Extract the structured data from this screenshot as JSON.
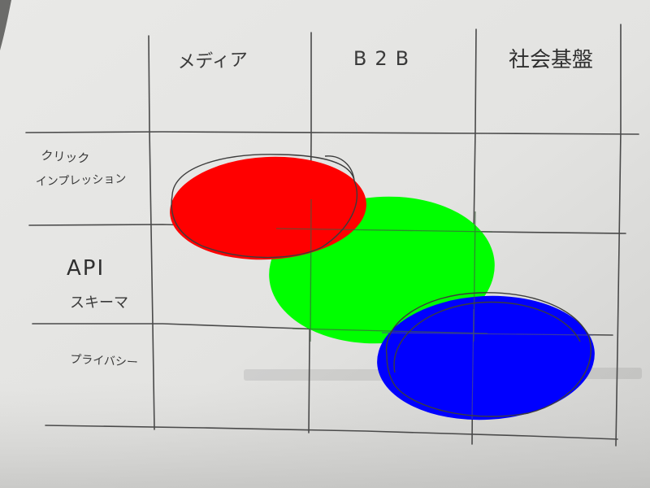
{
  "columns": [
    "メディア",
    "B2B",
    "社会基盤"
  ],
  "rows": [
    {
      "line1": "クリック",
      "line2": "インプレッション"
    },
    {
      "line1": "API",
      "line2": "スキーマ"
    },
    {
      "line1": "プライバシー",
      "line2": ""
    }
  ],
  "ellipses": [
    {
      "name": "red",
      "color": "#ff0000"
    },
    {
      "name": "green",
      "color": "#00ff00"
    },
    {
      "name": "blue",
      "color": "#0000ff"
    }
  ]
}
